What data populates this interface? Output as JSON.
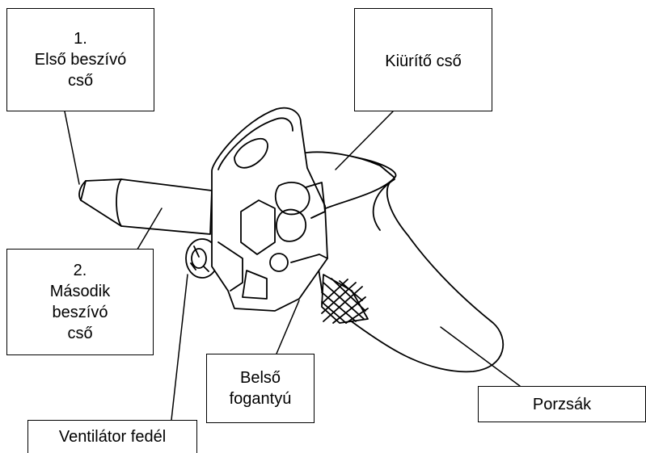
{
  "callouts": {
    "first_intake": {
      "line1": "1.",
      "line2": "Első beszívó",
      "line3": "cső"
    },
    "outlet_tube": {
      "line1": "Kiürítő cső"
    },
    "second_intake": {
      "line1": "2.",
      "line2": "Második",
      "line3": "beszívó",
      "line4": "cső"
    },
    "inner_handle": {
      "line1": "Belső",
      "line2": "fogantyú"
    },
    "dust_bag": {
      "line1": "Porzsák"
    },
    "fan_cover": {
      "line1": "Ventilátor fedél"
    }
  },
  "colors": {
    "line": "#000000",
    "background": "#ffffff"
  }
}
